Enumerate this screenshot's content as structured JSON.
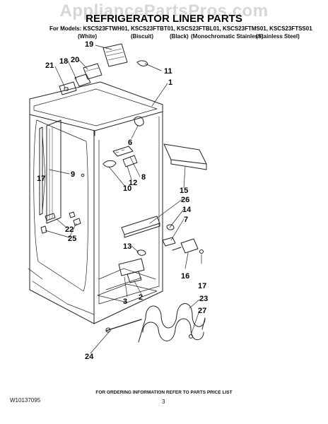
{
  "watermark": "AppliancePartsPros.com",
  "title": "REFRIGERATOR LINER PARTS",
  "models_line": "For Models: KSCS23FTWH01, KSCS23FTBT01, KSCS23FTBL01, KSCS23FTMS01, KSCS23FTSS01",
  "variants": [
    "(White)",
    "(Biscuit)",
    "(Black)",
    "(Monochromatic Stainless)",
    "(Stainless Steel)"
  ],
  "callouts": [
    "19",
    "20",
    "18",
    "21",
    "11",
    "1",
    "6",
    "9",
    "17",
    "8",
    "12",
    "10",
    "15",
    "26",
    "14",
    "7",
    "22",
    "25",
    "13",
    "16",
    "17",
    "3",
    "2",
    "23",
    "27",
    "24"
  ],
  "footer_note": "FOR ORDERING INFORMATION REFER TO PARTS PRICE LIST",
  "doc_number": "W10137095",
  "page_number": "3",
  "colors": {
    "line": "#222222",
    "watermark": "#d6d6d6"
  }
}
